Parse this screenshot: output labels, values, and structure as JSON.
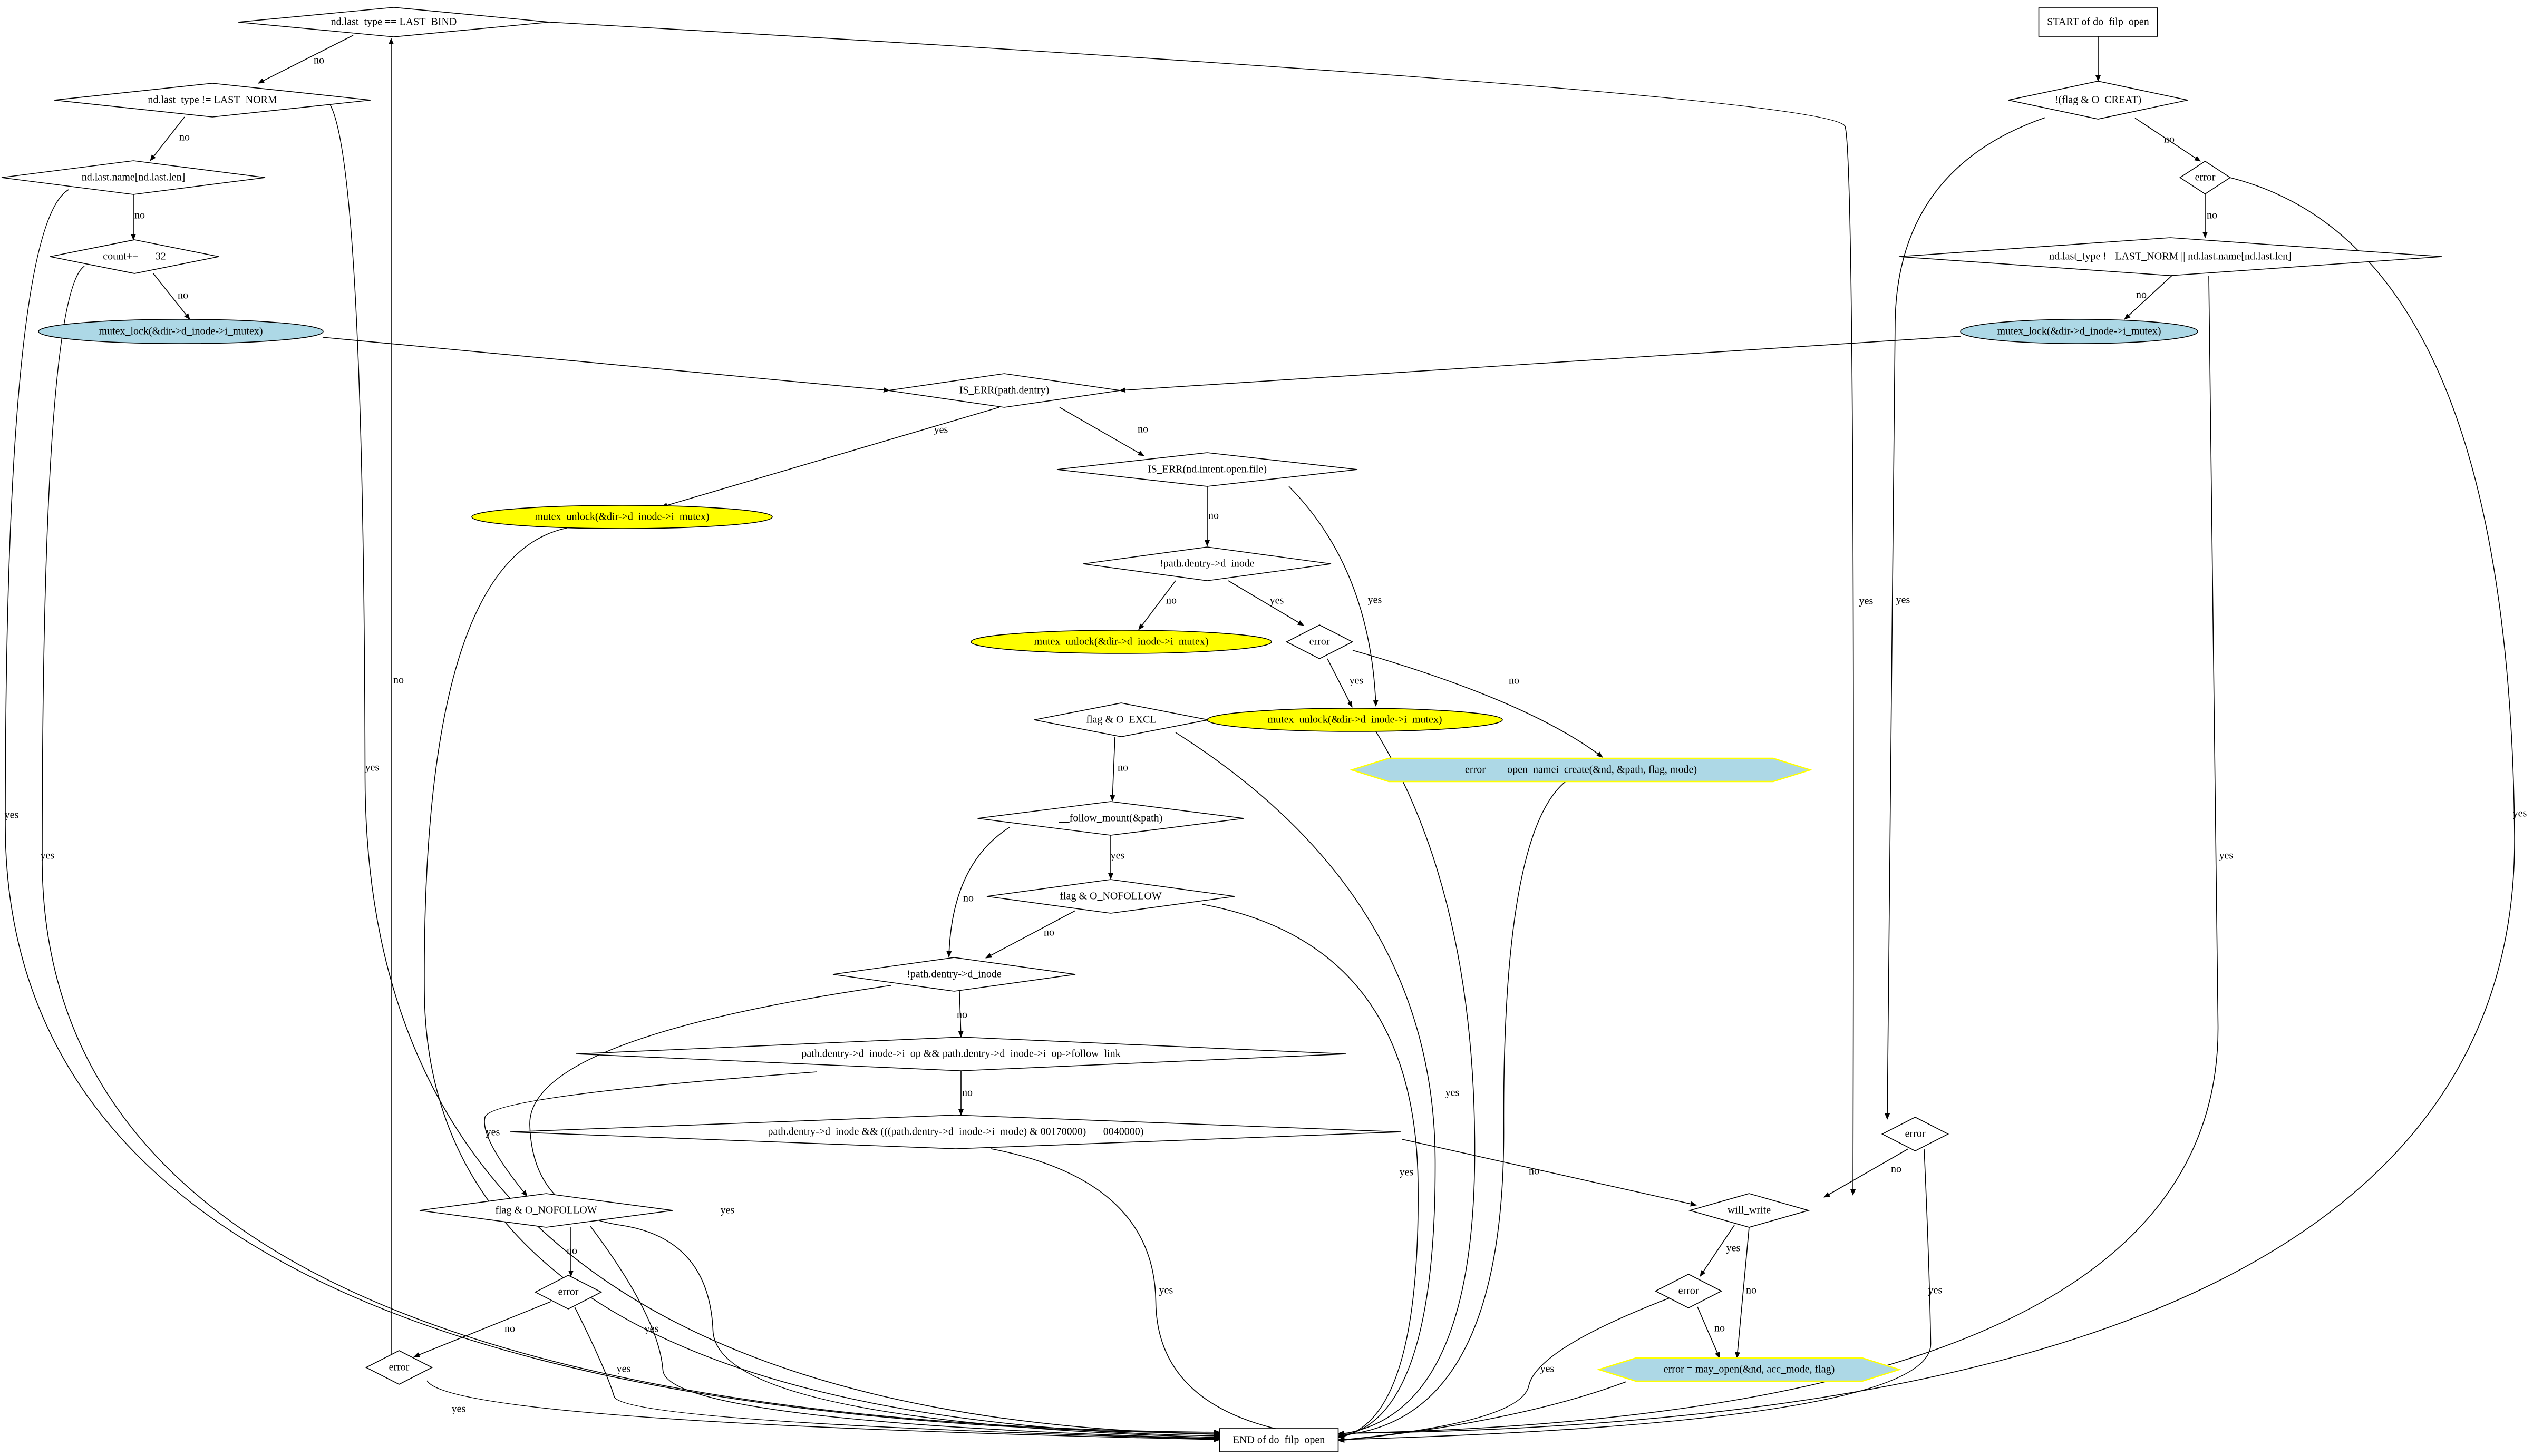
{
  "diagram": {
    "colors": {
      "background": "#ffffff",
      "line": "#000000",
      "lock_fill": "#add8e6",
      "unlock_fill": "#ffff00",
      "assign_fill": "#add8e6",
      "assign_border": "#ffff00"
    },
    "nodes": [
      {
        "id": "start",
        "shape": "box",
        "label": "START of do_filp_open"
      },
      {
        "id": "d_creat",
        "shape": "diamond",
        "label": "!(flag & O_CREAT)"
      },
      {
        "id": "d_err1",
        "shape": "diamond",
        "label": "error"
      },
      {
        "id": "d_norm_len",
        "shape": "diamond",
        "label": "nd.last_type != LAST_NORM || nd.last.name[nd.last.len]"
      },
      {
        "id": "lock_r",
        "shape": "ellipse",
        "style": "lock",
        "label": "mutex_lock(&dir->d_inode->i_mutex)"
      },
      {
        "id": "d_bind",
        "shape": "diamond",
        "label": "nd.last_type == LAST_BIND"
      },
      {
        "id": "d_norm",
        "shape": "diamond",
        "label": "nd.last_type != LAST_NORM"
      },
      {
        "id": "d_name",
        "shape": "diamond",
        "label": "nd.last.name[nd.last.len]"
      },
      {
        "id": "d_count",
        "shape": "diamond",
        "label": "count++ == 32"
      },
      {
        "id": "lock_l",
        "shape": "ellipse",
        "style": "lock",
        "label": "mutex_lock(&dir->d_inode->i_mutex)"
      },
      {
        "id": "d_iserr",
        "shape": "diamond",
        "label": "IS_ERR(path.dentry)"
      },
      {
        "id": "unlock1",
        "shape": "ellipse",
        "style": "unlock",
        "label": "mutex_unlock(&dir->d_inode->i_mutex)"
      },
      {
        "id": "d_iserr_int",
        "shape": "diamond",
        "label": "IS_ERR(nd.intent.open.file)"
      },
      {
        "id": "d_dinode1",
        "shape": "diamond",
        "label": "!path.dentry->d_inode"
      },
      {
        "id": "unlock2",
        "shape": "ellipse",
        "style": "unlock",
        "label": "mutex_unlock(&dir->d_inode->i_mutex)"
      },
      {
        "id": "d_err2",
        "shape": "diamond",
        "label": "error"
      },
      {
        "id": "unlock3",
        "shape": "ellipse",
        "style": "unlock",
        "label": "mutex_unlock(&dir->d_inode->i_mutex)"
      },
      {
        "id": "create",
        "shape": "hexagon",
        "style": "assign",
        "label": "error = __open_namei_create(&nd, &path, flag, mode)"
      },
      {
        "id": "d_excl",
        "shape": "diamond",
        "label": "flag & O_EXCL"
      },
      {
        "id": "d_follow",
        "shape": "diamond",
        "label": "__follow_mount(&path)"
      },
      {
        "id": "d_nofollow1",
        "shape": "diamond",
        "label": "flag & O_NOFOLLOW"
      },
      {
        "id": "d_dinode2",
        "shape": "diamond",
        "label": "!path.dentry->d_inode"
      },
      {
        "id": "d_followlink",
        "shape": "diamond",
        "label": "path.dentry->d_inode->i_op && path.dentry->d_inode->i_op->follow_link"
      },
      {
        "id": "d_isdir",
        "shape": "diamond",
        "label": "path.dentry->d_inode && (((path.dentry->d_inode->i_mode) & 00170000) == 0040000)"
      },
      {
        "id": "d_nofollow2",
        "shape": "diamond",
        "label": "flag & O_NOFOLLOW"
      },
      {
        "id": "d_err3",
        "shape": "diamond",
        "label": "error"
      },
      {
        "id": "d_err4",
        "shape": "diamond",
        "label": "error"
      },
      {
        "id": "d_err5",
        "shape": "diamond",
        "label": "error"
      },
      {
        "id": "d_willwrite",
        "shape": "diamond",
        "label": "will_write"
      },
      {
        "id": "d_err6",
        "shape": "diamond",
        "label": "error"
      },
      {
        "id": "mayopen",
        "shape": "hexagon",
        "style": "assign",
        "label": "error = may_open(&nd, acc_mode, flag)"
      },
      {
        "id": "end",
        "shape": "box",
        "label": "END of do_filp_open"
      }
    ],
    "edges": [
      {
        "from": "start",
        "to": "d_creat",
        "label": ""
      },
      {
        "from": "d_creat",
        "to": "d_err1",
        "label": "no"
      },
      {
        "from": "d_creat",
        "to": "d_err5",
        "label": "yes"
      },
      {
        "from": "d_err1",
        "to": "d_norm_len",
        "label": "no"
      },
      {
        "from": "d_err1",
        "to": "end",
        "label": "yes"
      },
      {
        "from": "d_norm_len",
        "to": "lock_r",
        "label": "no"
      },
      {
        "from": "d_norm_len",
        "to": "end",
        "label": "yes"
      },
      {
        "from": "lock_r",
        "to": "d_iserr",
        "label": ""
      },
      {
        "from": "d_bind",
        "to": "d_norm",
        "label": "no"
      },
      {
        "from": "d_bind",
        "to": "d_willwrite",
        "label": "yes"
      },
      {
        "from": "d_norm",
        "to": "d_name",
        "label": "no"
      },
      {
        "from": "d_norm",
        "to": "end",
        "label": "yes"
      },
      {
        "from": "d_name",
        "to": "d_count",
        "label": "no"
      },
      {
        "from": "d_name",
        "to": "end",
        "label": "yes"
      },
      {
        "from": "d_count",
        "to": "lock_l",
        "label": "no"
      },
      {
        "from": "d_count",
        "to": "end",
        "label": "yes"
      },
      {
        "from": "lock_l",
        "to": "d_iserr",
        "label": ""
      },
      {
        "from": "d_iserr",
        "to": "unlock1",
        "label": "yes"
      },
      {
        "from": "d_iserr",
        "to": "d_iserr_int",
        "label": "no"
      },
      {
        "from": "unlock1",
        "to": "end",
        "label": ""
      },
      {
        "from": "d_iserr_int",
        "to": "d_dinode1",
        "label": "no"
      },
      {
        "from": "d_iserr_int",
        "to": "unlock3",
        "label": "yes"
      },
      {
        "from": "d_dinode1",
        "to": "unlock2",
        "label": "no"
      },
      {
        "from": "d_dinode1",
        "to": "d_err2",
        "label": "yes"
      },
      {
        "from": "d_err2",
        "to": "unlock3",
        "label": "yes"
      },
      {
        "from": "d_err2",
        "to": "create",
        "label": "no"
      },
      {
        "from": "unlock2",
        "to": "d_excl",
        "label": ""
      },
      {
        "from": "unlock3",
        "to": "end",
        "label": ""
      },
      {
        "from": "create",
        "to": "end",
        "label": ""
      },
      {
        "from": "d_excl",
        "to": "d_follow",
        "label": "no"
      },
      {
        "from": "d_excl",
        "to": "end",
        "label": "yes"
      },
      {
        "from": "d_follow",
        "to": "d_nofollow1",
        "label": "yes"
      },
      {
        "from": "d_follow",
        "to": "d_dinode2",
        "label": "no"
      },
      {
        "from": "d_nofollow1",
        "to": "d_dinode2",
        "label": "no"
      },
      {
        "from": "d_nofollow1",
        "to": "end",
        "label": "yes"
      },
      {
        "from": "d_dinode2",
        "to": "d_followlink",
        "label": "no"
      },
      {
        "from": "d_dinode2",
        "to": "end",
        "label": "yes"
      },
      {
        "from": "d_followlink",
        "to": "d_isdir",
        "label": "no"
      },
      {
        "from": "d_followlink",
        "to": "d_nofollow2",
        "label": "yes"
      },
      {
        "from": "d_isdir",
        "to": "d_willwrite",
        "label": "no"
      },
      {
        "from": "d_isdir",
        "to": "end",
        "label": "yes"
      },
      {
        "from": "d_nofollow2",
        "to": "d_err3",
        "label": "no"
      },
      {
        "from": "d_nofollow2",
        "to": "end",
        "label": "yes"
      },
      {
        "from": "d_err3",
        "to": "d_err4",
        "label": "no"
      },
      {
        "from": "d_err3",
        "to": "end",
        "label": "yes"
      },
      {
        "from": "d_err4",
        "to": "d_bind",
        "label": "no"
      },
      {
        "from": "d_err4",
        "to": "end",
        "label": "yes"
      },
      {
        "from": "d_err5",
        "to": "d_willwrite",
        "label": "no"
      },
      {
        "from": "d_err5",
        "to": "end",
        "label": "yes"
      },
      {
        "from": "d_willwrite",
        "to": "d_err6",
        "label": "yes"
      },
      {
        "from": "d_willwrite",
        "to": "mayopen",
        "label": "no"
      },
      {
        "from": "d_err6",
        "to": "mayopen",
        "label": "no"
      },
      {
        "from": "d_err6",
        "to": "end",
        "label": "yes"
      },
      {
        "from": "mayopen",
        "to": "end",
        "label": ""
      }
    ]
  }
}
